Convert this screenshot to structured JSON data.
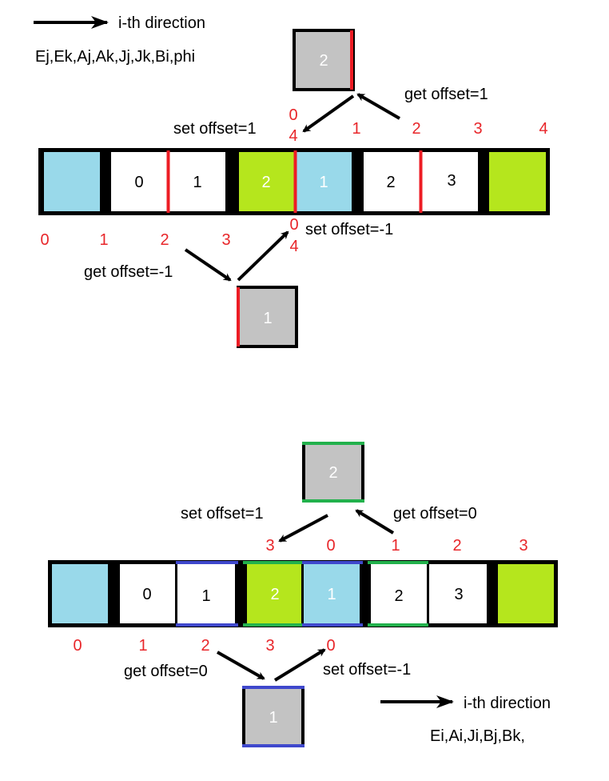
{
  "colors": {
    "cyan": "#99d9ea",
    "lime": "#b5e61d",
    "grey": "#c3c3c3",
    "white": "#ffffff",
    "black": "#000000",
    "red_mark": "#ed1c24",
    "green_mark": "#22b14c",
    "blue_mark": "#3f48cc",
    "index_red": "#e8262a"
  },
  "icons": [
    "right-arrow-icon"
  ],
  "top": {
    "legend_label": "i-th direction",
    "fields_label": "Ej,Ek,Aj,Ak,Jj,Jk,Bi,phi",
    "cells": [
      "",
      "0",
      "1",
      "2",
      "1",
      "2",
      "3",
      ""
    ],
    "upper_index_labels": [
      "0",
      "4",
      "1",
      "2",
      "3",
      "4"
    ],
    "lower_index_labels": [
      "0",
      "1",
      "2",
      "3",
      "0",
      "4"
    ],
    "set_offset_top": "set offset=1",
    "get_offset_top": "get offset=1",
    "set_offset_bottom": "set offset=-1",
    "get_offset_bottom": "get offset=-1",
    "upper_box_value": "2",
    "lower_box_value": "1"
  },
  "bottom": {
    "legend_label": "i-th direction",
    "fields_label": "Ei,Ai,Ji,Bj,Bk,",
    "cells": [
      "",
      "0",
      "1",
      "2",
      "1",
      "2",
      "3",
      ""
    ],
    "upper_index_labels": [
      "3",
      "0",
      "1",
      "2",
      "3"
    ],
    "lower_index_labels": [
      "0",
      "1",
      "2",
      "3",
      "0"
    ],
    "set_offset_top": "set offset=1",
    "get_offset_top": "get offset=0",
    "set_offset_bottom": "set offset=-1",
    "get_offset_bottom": "get offset=0",
    "upper_box_value": "2",
    "lower_box_value": "1"
  }
}
